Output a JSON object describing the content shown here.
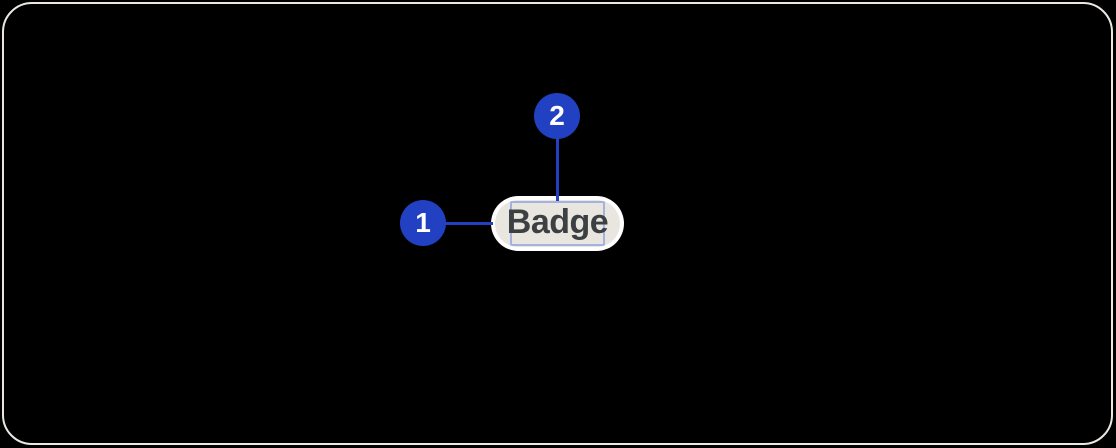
{
  "badge": {
    "label": "Badge"
  },
  "callouts": [
    {
      "number": "1"
    },
    {
      "number": "2"
    }
  ],
  "colors": {
    "background": "#000000",
    "frame_border": "#ece8e1",
    "accent_blue": "#2141c2",
    "callout_text": "#ffffff",
    "badge_ring": "#ffffff",
    "badge_fill": "#e9e6e0",
    "badge_text": "#3c4043",
    "label_box_border": "#a5b2e0"
  }
}
